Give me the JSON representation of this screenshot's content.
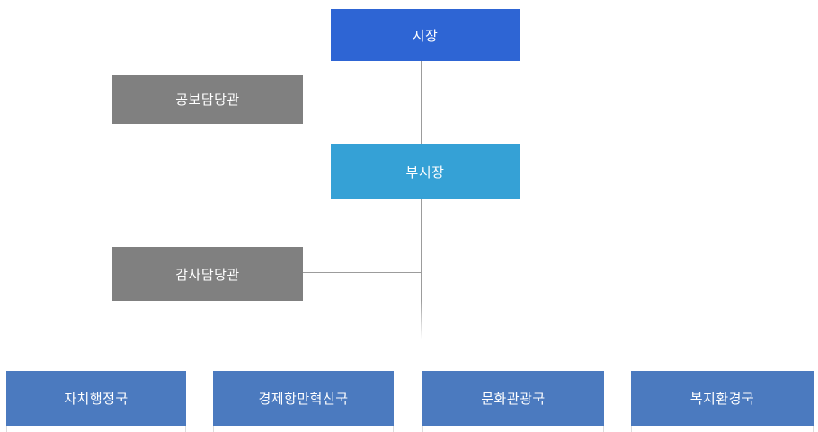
{
  "page": {
    "background_color": "#ffffff",
    "connector_line_color": "#9c9c9c",
    "subpanel_border_color": "#dcdcdc"
  },
  "org_chart": {
    "mayor": {
      "label": "시장",
      "color": "#2e65d4",
      "text_color": "#ffffff"
    },
    "pr_officer": {
      "label": "공보담당관",
      "color": "#808080",
      "text_color": "#ffffff"
    },
    "vice_mayor": {
      "label": "부시장",
      "color": "#35a1d6",
      "text_color": "#ffffff"
    },
    "audit_officer": {
      "label": "감사담당관",
      "color": "#808080",
      "text_color": "#ffffff"
    },
    "bureaus": [
      {
        "label": "자치행정국",
        "color": "#4b7abf"
      },
      {
        "label": "경제항만혁신국",
        "color": "#4b7abf"
      },
      {
        "label": "문화관광국",
        "color": "#4b7abf"
      },
      {
        "label": "복지환경국",
        "color": "#4b7abf"
      }
    ]
  }
}
